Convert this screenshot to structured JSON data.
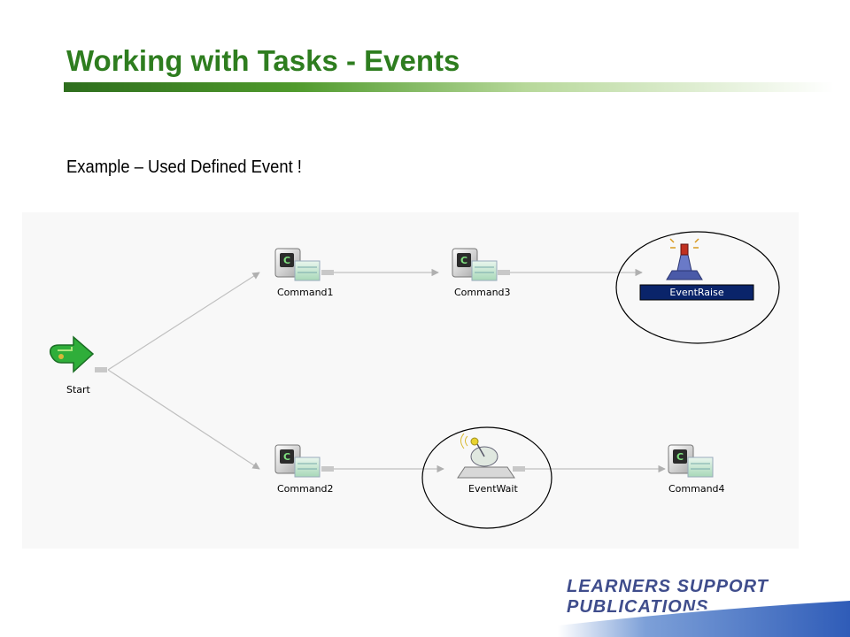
{
  "slide": {
    "title": "Working with Tasks - Events",
    "subtitle": "Example – Used Defined Event !"
  },
  "workflow": {
    "nodes": {
      "start": "Start",
      "command1": "Command1",
      "command3": "Command3",
      "eventraise": "EventRaise",
      "command2": "Command2",
      "eventwait": "EventWait",
      "command4": "Command4"
    },
    "highlighted": [
      "EventRaise",
      "EventWait"
    ]
  },
  "footer": {
    "logo": "LEARNERS SUPPORT PUBLICATIONS"
  },
  "colors": {
    "title": "#2e7d1f",
    "selection": "#0a246a",
    "logo": "#3f4d8c"
  }
}
